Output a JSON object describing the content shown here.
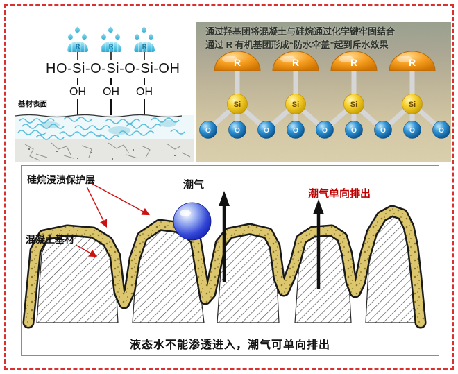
{
  "colors": {
    "frame_red": "#d93030",
    "annotation_red": "#cc1111",
    "one_way_red": "#c00000",
    "coating_tan": "#dcc76f",
    "sphere_blue": "#2433c8",
    "umbrella_cyan": "#54c3e4",
    "dome_orange": "#f59e20",
    "si_yellow": "#f6cf2d",
    "o_blue": "#2f93d4"
  },
  "left_panel": {
    "formula": "HO-Si-O-Si-O-Si-OH",
    "r_label": "R",
    "oh_labels": [
      "OH",
      "OH",
      "OH"
    ],
    "substrate_label": "基材表面"
  },
  "right_panel": {
    "caption_line1": "通过羟基团将混凝土与硅烷通过化学键牢固结合",
    "caption_line2": "通过 R 有机基团形成“防水伞盖”起到斥水效果",
    "r_label": "R",
    "si_label": "Si",
    "o_label": "O"
  },
  "bottom_panel": {
    "protective_layer_label": "硅烷浸渍保护层",
    "concrete_label": "混凝土基材",
    "moisture_label": "潮气",
    "one_way_label": "潮气单向排出",
    "caption": "液态水不能渗透进入，潮气可单向排出"
  }
}
